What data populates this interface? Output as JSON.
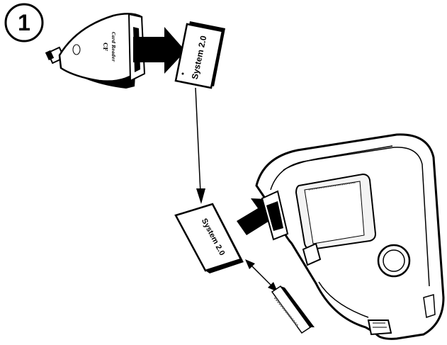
{
  "figure": {
    "step_number": "1",
    "card_reader": {
      "brand_label": "CF",
      "model_label": "Card Reader"
    },
    "card_top": {
      "label": "System 2.0"
    },
    "card_bottom": {
      "label": "System 2.0"
    }
  },
  "colors": {
    "ink": "#000000",
    "paper": "#ffffff",
    "shade": "#e6e6e6",
    "screen": "#f4f4f4"
  },
  "icons": [
    "step-number-badge",
    "cf-card-reader",
    "compact-flash-card",
    "handheld-device",
    "arrow-icon"
  ]
}
